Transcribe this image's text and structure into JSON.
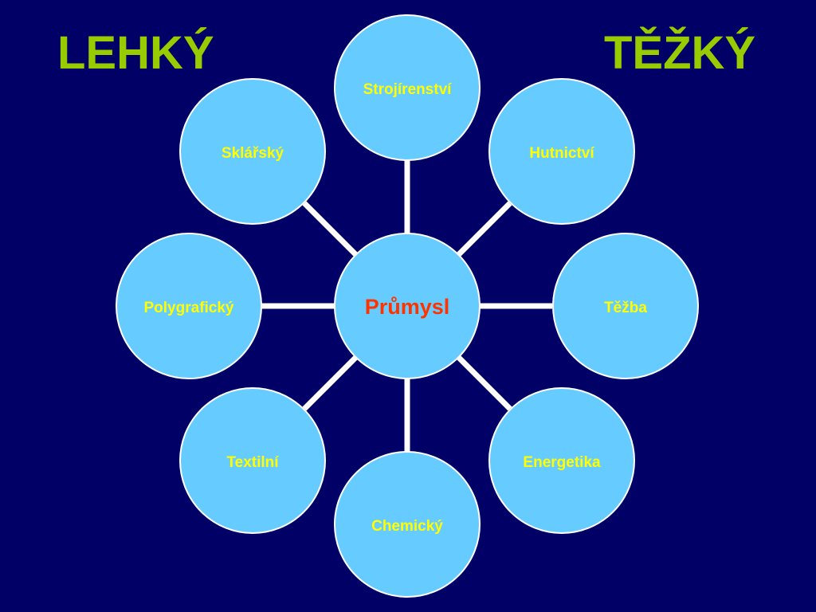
{
  "headings": {
    "left": "LEHKÝ",
    "right": "TĚŽKÝ"
  },
  "center": {
    "label": "Průmysl"
  },
  "nodes": [
    {
      "label": "Strojírenství"
    },
    {
      "label": "Hutnictví"
    },
    {
      "label": "Těžba"
    },
    {
      "label": "Energetika"
    },
    {
      "label": "Chemický"
    },
    {
      "label": "Textilní"
    },
    {
      "label": "Polygrafický"
    },
    {
      "label": "Sklářský"
    }
  ],
  "colors": {
    "background": "#000066",
    "heading": "#99cc00",
    "circle_fill": "#66ccff",
    "node_text": "#ffff00",
    "center_text": "#ff3300",
    "connector": "#ffffff"
  }
}
